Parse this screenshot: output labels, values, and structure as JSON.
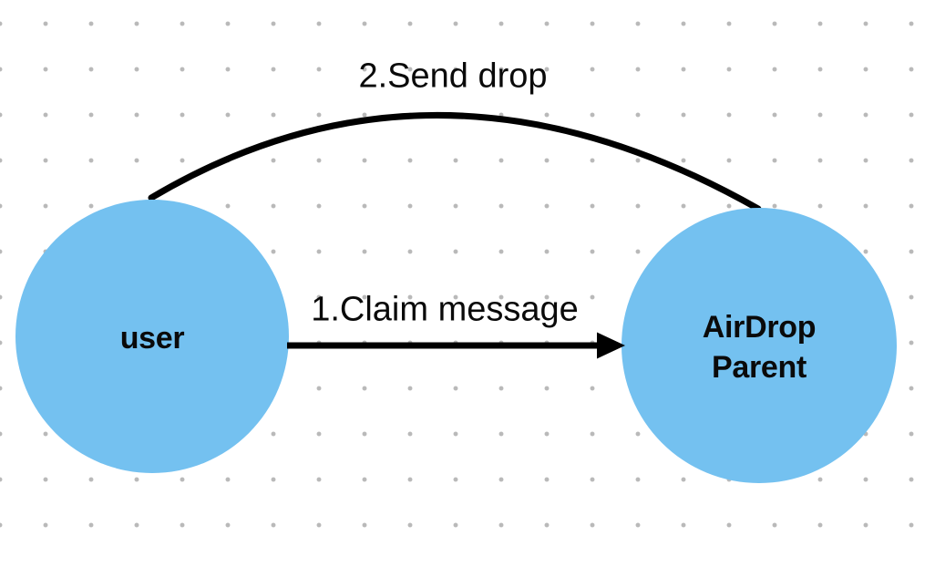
{
  "colors": {
    "background": "#ffffff",
    "dot": "#b9b9b9",
    "node_fill": "#74C1F0",
    "edge": "#000000",
    "text": "#0a0a0a"
  },
  "nodes": {
    "user": {
      "label": "user"
    },
    "airdrop_parent": {
      "label": "AirDrop\nParent"
    }
  },
  "edges": {
    "claim_message": {
      "label": "1.Claim message",
      "type": "straight-arrow",
      "from": "user",
      "to": "airdrop_parent"
    },
    "send_drop": {
      "label": "2.Send drop",
      "type": "arc",
      "from": "user",
      "to": "airdrop_parent"
    }
  }
}
